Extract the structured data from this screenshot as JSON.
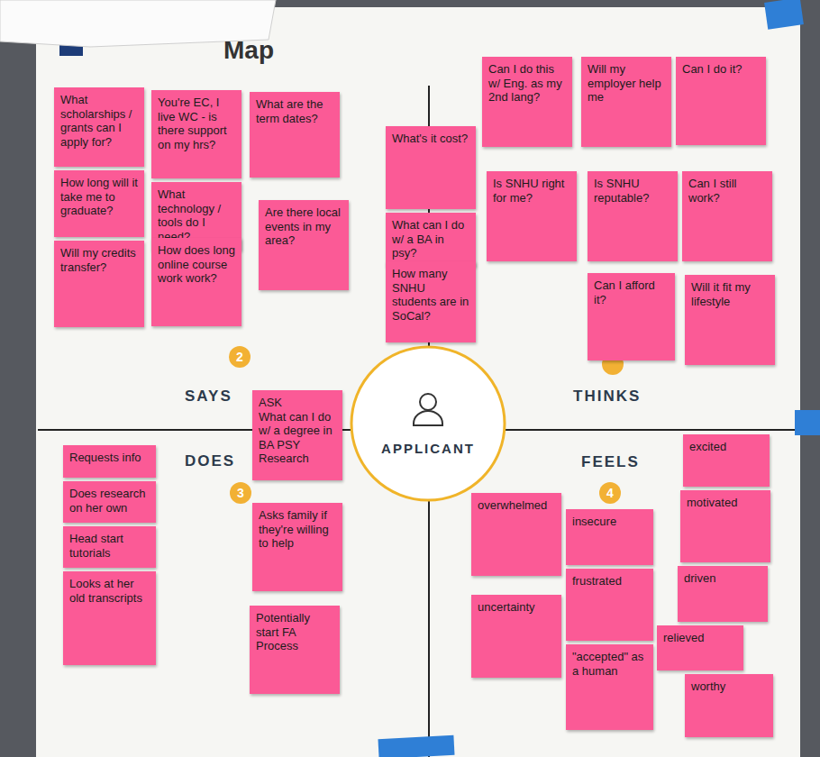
{
  "diagram": {
    "title": "Map",
    "nodes": [
      {
        "text": [
          "What scholarships / grants can I apply for?"
        ]
      },
      {
        "text": [
          "You're EC, I live WC - is there support on my hrs?"
        ]
      },
      {
        "text": [
          "What are the term dates?"
        ]
      },
      {
        "text": [
          "How long will it take me to graduate?"
        ]
      },
      {
        "text": [
          "What technology / tools do I need?"
        ]
      },
      {
        "text": [
          "How does long online course work work?"
        ]
      },
      {
        "text": [
          "Will my credits transfer?"
        ]
      },
      {
        "text": [
          "Are there local events in my area?"
        ]
      },
      {
        "text": [
          "What's it cost?"
        ]
      },
      {
        "text": [
          "What can I do w/ a BA in psy?"
        ]
      },
      {
        "text": [
          "How many SNHU students are in SoCal?"
        ]
      },
      {
        "text": [
          "Can I do this w/ Eng. as my 2nd lang?"
        ]
      },
      {
        "text": [
          "Will my employer help me"
        ]
      },
      {
        "text": [
          "Can I do it?"
        ]
      },
      {
        "text": [
          "Is SNHU right for me?"
        ]
      },
      {
        "text": [
          "Is SNHU reputable?"
        ]
      },
      {
        "text": [
          "Can I still work?"
        ]
      },
      {
        "text": [
          "Can I afford it?"
        ]
      },
      {
        "text": [
          "Will it fit my lifestyle"
        ]
      },
      {
        "text": [
          "APPLICANT"
        ]
      },
      {
        "text": [
          "ASK",
          "What can I do w/ a degree in BA PSY",
          "Research"
        ]
      },
      {
        "text": [
          "Requests info"
        ]
      },
      {
        "text": [
          "Does research on her own"
        ]
      },
      {
        "text": [
          "Head start tutorials"
        ]
      },
      {
        "text": [
          "Looks at her old transcripts"
        ]
      },
      {
        "text": [
          "Asks family if they're willing to help"
        ]
      },
      {
        "text": [
          "Potentially start FA Process"
        ]
      },
      {
        "text": [
          "overwhelmed"
        ]
      },
      {
        "text": [
          "insecure"
        ]
      },
      {
        "text": [
          "excited"
        ]
      },
      {
        "text": [
          "motivated"
        ]
      },
      {
        "text": [
          "frustrated"
        ]
      },
      {
        "text": [
          "uncertainty"
        ]
      },
      {
        "text": [
          "driven"
        ]
      },
      {
        "text": [
          "relieved"
        ]
      },
      {
        "text": [
          "worthy"
        ]
      },
      {
        "text": [
          "\"accepted\" as a human"
        ]
      }
    ],
    "labels": [
      "SAYS",
      "THINKS",
      "DOES",
      "FEELS",
      "2",
      "3",
      "4"
    ]
  }
}
